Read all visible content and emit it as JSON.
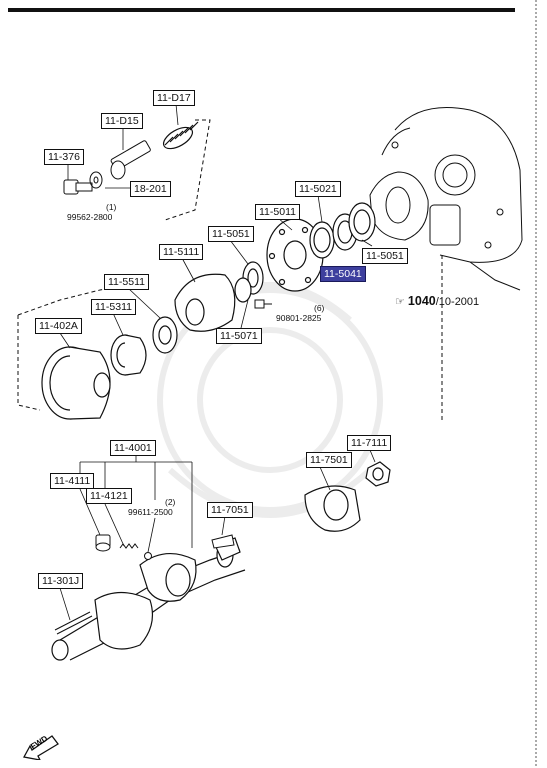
{
  "labels": {
    "d17": "11-D17",
    "d15": "11-D15",
    "p376": "11-376",
    "p18201": "18-201",
    "p5021": "11-5021",
    "p5011": "11-5011",
    "p5051a": "11-5051",
    "p5111": "11-5111",
    "p5051b": "11-5051",
    "p5041": "11-5041",
    "p5511": "11-5511",
    "p5311": "11-5311",
    "p402a": "11-402A",
    "p5071": "11-5071",
    "p4001": "11-4001",
    "p4111": "11-4111",
    "p4121": "11-4121",
    "p7051": "11-7051",
    "p7111": "11-7111",
    "p7501": "11-7501",
    "p301j": "11-301J"
  },
  "notes": {
    "q1": "(1)",
    "n99562": "99562-2800",
    "q6": "(6)",
    "n90801": "90801-2825",
    "q2": "(2)",
    "n99611": "99611-2500"
  },
  "reference": {
    "page": "1040",
    "date": "/10-2001"
  },
  "fwd_label": "FWD",
  "highlighted_part": "11-5041",
  "colors": {
    "highlight": "#3d3f9e",
    "line": "#111111",
    "watermark": "#ececec"
  }
}
